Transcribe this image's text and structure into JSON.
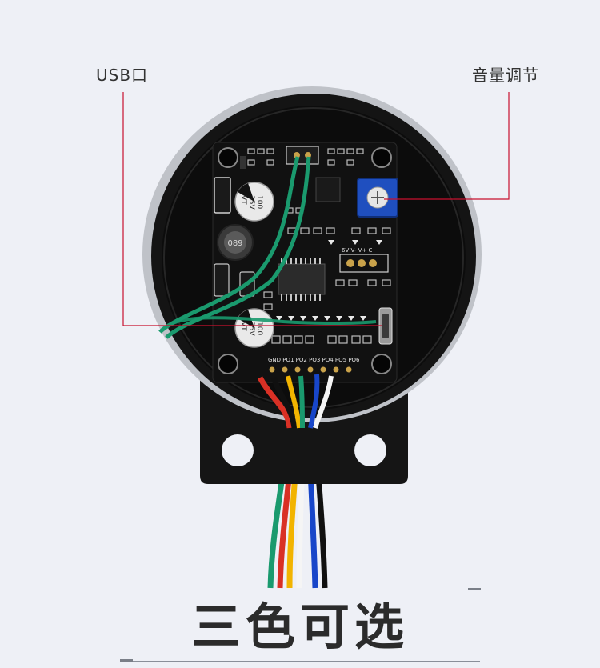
{
  "callouts": {
    "usb_port": "USB口",
    "volume_adjust": "音量调节"
  },
  "headline": "三色可选",
  "board": {
    "capacitor_top": [
      "100",
      "35V",
      "VT"
    ],
    "capacitor_bottom": [
      "100",
      "35V",
      "VT"
    ],
    "inductor": "089",
    "header_pins": "6V  V-  V+  C",
    "bottom_pins": "GND  PO1  PO2  PO3  PO4  PO5  PO6"
  },
  "colors": {
    "background": "#eef0f6",
    "housing": "#141414",
    "pcb": "#111111",
    "callout_line": "#c8102e",
    "potentiometer": "#1f4fbf",
    "wire_green": "#1a9a6e",
    "wire_red": "#d93025",
    "wire_yellow": "#f2b400",
    "wire_white": "#f5f5f5",
    "wire_blue": "#1846c9",
    "wire_black": "#101010"
  }
}
